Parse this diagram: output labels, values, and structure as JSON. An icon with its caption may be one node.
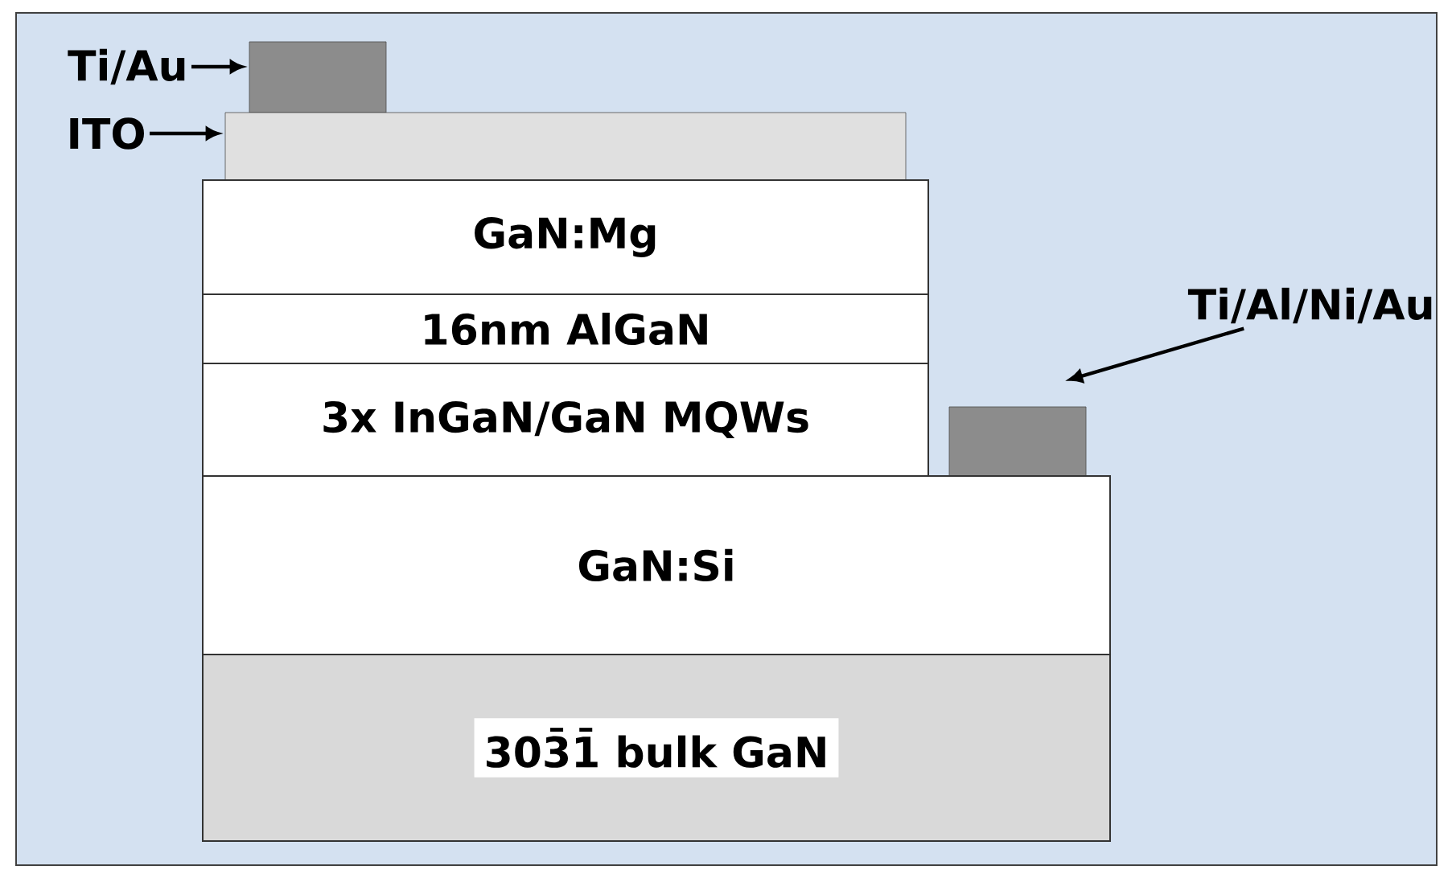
{
  "diagram": {
    "nodes": [
      {
        "text": [
          "Ti/Au"
        ]
      },
      {
        "text": [
          "ITO"
        ]
      },
      {
        "text": [],
        "shape": "box"
      },
      {
        "text": [],
        "shape": "box"
      },
      {
        "text": [
          "GaN:Mg"
        ]
      },
      {
        "text": [
          "16nm AlGaN"
        ]
      },
      {
        "text": [
          "3x InGaN/GaN MQWs"
        ]
      },
      {
        "text": [
          "Ti/Al/Ni/Au"
        ]
      },
      {
        "text": [],
        "shape": "box"
      },
      {
        "text": [
          "GaN:Si"
        ]
      },
      {
        "text": [
          "303̄1̄ bulk GaN"
        ]
      }
    ],
    "edges": [
      {
        "from": 0,
        "to": 2,
        "arrow": "to"
      },
      {
        "from": 1,
        "to": 3,
        "arrow": "to"
      },
      {
        "from": 7,
        "to": 8,
        "arrow": "to"
      }
    ]
  }
}
